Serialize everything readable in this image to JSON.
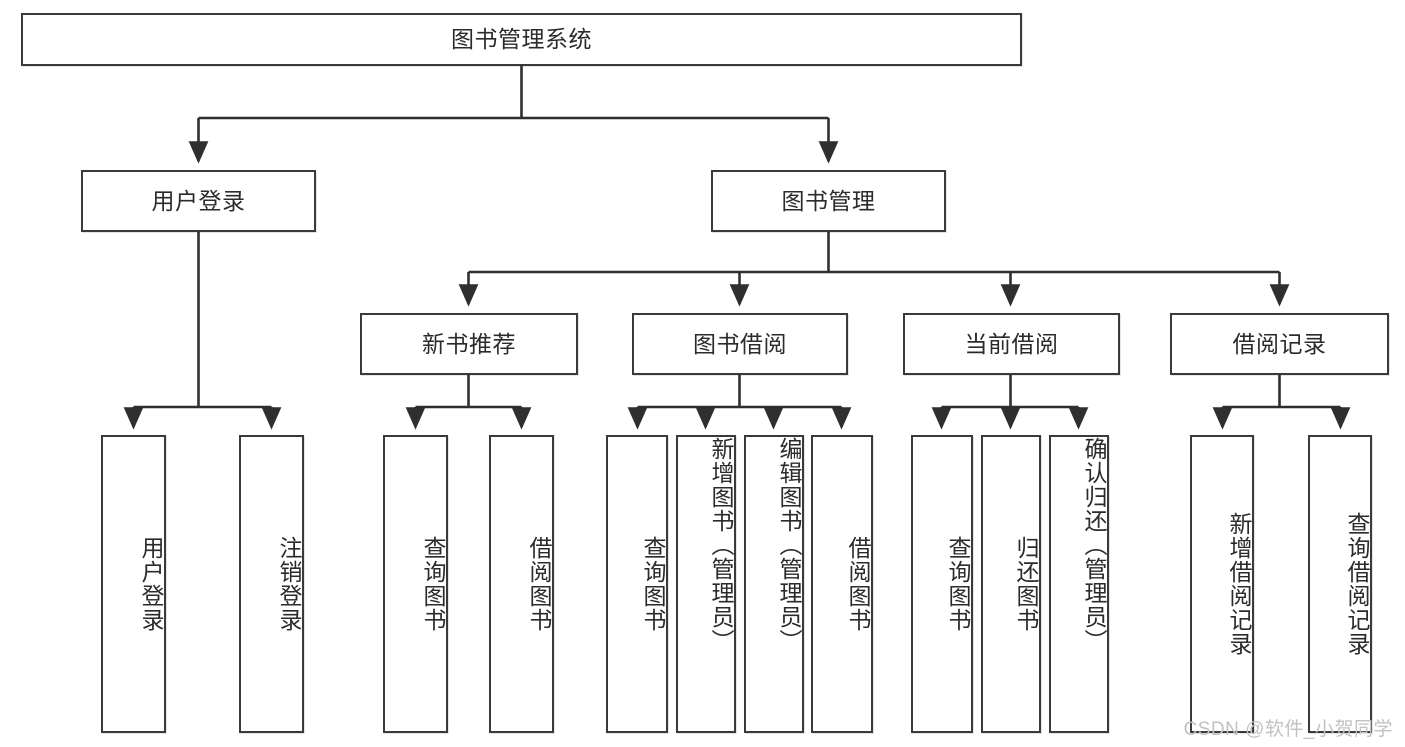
{
  "diagram": {
    "type": "tree-hierarchy",
    "title": "图书管理系统",
    "root": {
      "label": "图书管理系统"
    },
    "level2": [
      {
        "label": "用户登录"
      },
      {
        "label": "图书管理"
      }
    ],
    "level3": [
      {
        "label": "新书推荐"
      },
      {
        "label": "图书借阅"
      },
      {
        "label": "当前借阅"
      },
      {
        "label": "借阅记录"
      }
    ],
    "leaves": {
      "user_login": [
        {
          "label": "用户登录"
        },
        {
          "label": "注销登录"
        }
      ],
      "new_book_recommend": [
        {
          "label": "查询图书"
        },
        {
          "label": "借阅图书"
        }
      ],
      "book_borrow": [
        {
          "label": "查询图书"
        },
        {
          "label": "新增图书（管理员）"
        },
        {
          "label": "编辑图书（管理员）"
        },
        {
          "label": "借阅图书"
        }
      ],
      "current_borrow": [
        {
          "label": "查询图书"
        },
        {
          "label": "归还图书"
        },
        {
          "label": "确认归还（管理员）"
        }
      ],
      "borrow_record": [
        {
          "label": "新增借阅记录"
        },
        {
          "label": "查询借阅记录"
        }
      ]
    }
  },
  "watermark": {
    "text": "CSDN @软件_小贺同学"
  },
  "colors": {
    "border": "#3a3a3a",
    "text": "#2b2b2b",
    "background": "#ffffff",
    "connector": "#2f2f2f",
    "watermark": "#c2c2c2"
  }
}
